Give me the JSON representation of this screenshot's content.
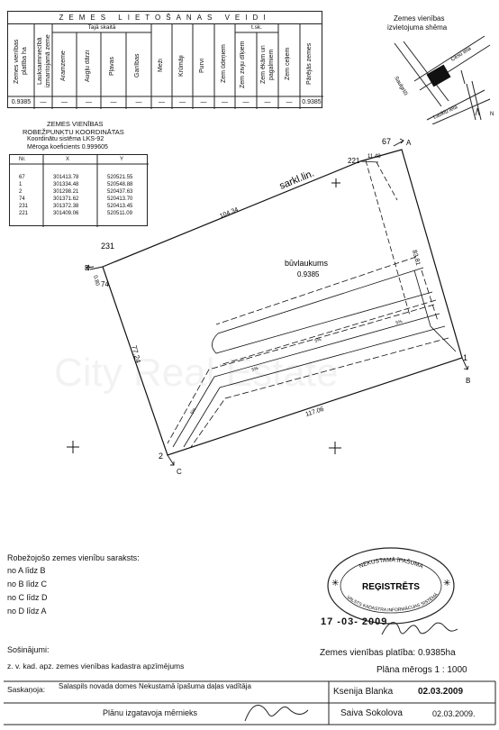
{
  "land_use_table": {
    "title": "ZEMES LIETOŠANAS VEIDI",
    "col_total": "Zemes vienības platība ha",
    "col_ag": "Lauksaimniecībā izmantojamā zeme",
    "sub_group": "Tajā skaitā",
    "sub_cols": [
      "Aramzeme",
      "Augļu dārzi",
      "Pļavas",
      "Ganības"
    ],
    "col_forest": "Meži",
    "col_shrub": "Krūmāji",
    "col_swamp": "Purvi",
    "tsk": "t.sk.",
    "col_water": "Zem ūdeņiem",
    "col_fish": "Zem zivju dīķiem",
    "col_build": "Zem ēkām un pagalmiem",
    "col_roads": "Zem ceļiem",
    "col_other": "Pārējās zemes",
    "row_values": [
      "0.9385",
      "—",
      "—",
      "—",
      "—",
      "—",
      "—",
      "—",
      "—",
      "—",
      "—",
      "—",
      "—",
      "0.9385"
    ]
  },
  "scheme": {
    "title1": "Zemes vienības",
    "title2": "izvietojuma shēma",
    "label_road1": "Saulgrīči",
    "label_road2": "Cēsu iela",
    "label_road3": "Laukiu iela",
    "north": "N"
  },
  "coords": {
    "title1": "ZEMES VIENĪBAS",
    "title2": "ROBEŽPUNKTU KOORDINĀTAS",
    "system": "Koordinātu sistēma LKS-92",
    "scale_factor": "Mēroga koeficients 0.999605",
    "headers": [
      "Nr.",
      "X",
      "Y"
    ],
    "rows": [
      [
        "67",
        "301413.78",
        "520521.55"
      ],
      [
        "1",
        "301334.48",
        "520548.88"
      ],
      [
        "2",
        "301298.21",
        "520437.63"
      ],
      [
        "74",
        "301371.62",
        "520413.70"
      ],
      [
        "231",
        "301372.38",
        "520413.45"
      ],
      [
        "221",
        "301409.06",
        "520511.09"
      ]
    ]
  },
  "plan": {
    "p67": "67",
    "pA": "A",
    "p221": "221",
    "dist_top": "11.48",
    "red_line": "sarkl.lin.",
    "dist_north": "104.34",
    "p231": "231",
    "pD": "D",
    "dist_d": "0.80",
    "p74": "74",
    "build_area": "būvlaukums",
    "area_value": "0.9385",
    "dist_east": "83.81",
    "dist_west": "77.24",
    "dist_south": "117.06",
    "p1": "1",
    "pB": "B",
    "p2": "2",
    "pC": "C",
    "slope1": "5%",
    "slope2": "5%",
    "slope3": "5%",
    "slope4": "5%",
    "watermark": "City Real Estate"
  },
  "neighbours": {
    "title": "Robežojošo zemes vienību saraksts:",
    "items": [
      "no A līdz B",
      "no B līdz C",
      "no C līdz D",
      "no D līdz A"
    ]
  },
  "encumbrances": {
    "title": "Sošinājumi:",
    "line": "z. v. kad. apz.  zemes vienības kadastra apzīmējums"
  },
  "stamp": {
    "top": "NEKUSTAMĀ ĪPAŠUMA",
    "center": "REĢISTRĒTS",
    "bottom": "VALSTS KADASTRA INFORMĀCIJAS SISTĒMĀ",
    "date": "17 -03- 2009"
  },
  "footer": {
    "area": "Zemes vienības platība: 0.9385ha",
    "scale": "Plāna mērogs 1 : 1000",
    "agreed_label": "Saskaņoja:",
    "agreed_text": "Salaspils novada domes Nekustamā īpašuma daļas vadītāja",
    "agreed_name": "Ksenija Blanka",
    "agreed_date": "02.03.2009",
    "made_by": "Plānu izgatavoja mērnieks",
    "made_name": "Saiva Sokolova",
    "made_date": "02.03.2009."
  }
}
